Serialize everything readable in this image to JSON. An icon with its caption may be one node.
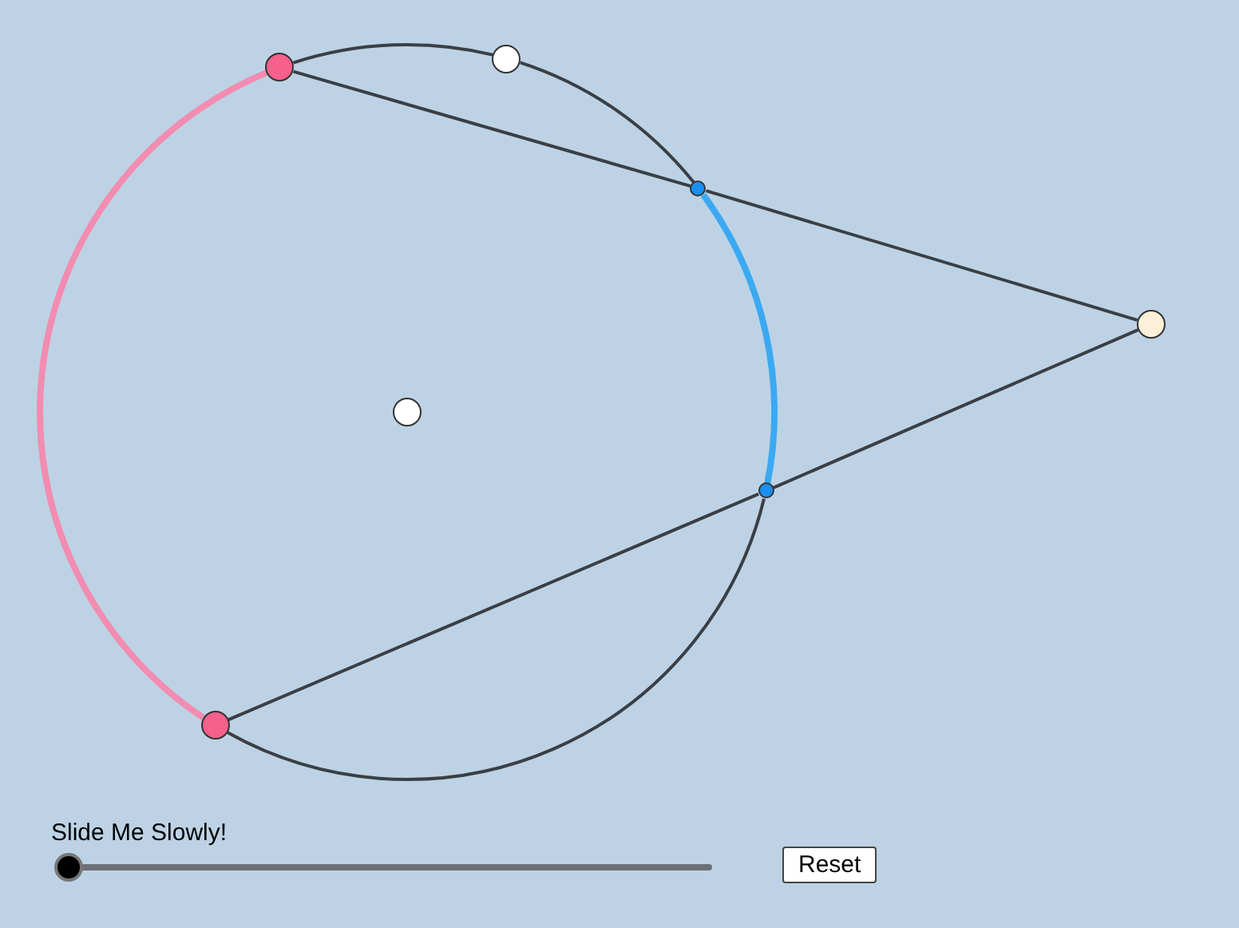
{
  "diagram": {
    "nodes": [
      {
        "text": [],
        "shape": "circle"
      },
      {
        "text": [],
        "shape": "circle"
      },
      {
        "text": [],
        "shape": "circle"
      },
      {
        "text": [],
        "shape": "circle"
      },
      {
        "text": [],
        "shape": "circle"
      },
      {
        "text": [],
        "shape": "circle"
      },
      {
        "text": [],
        "shape": "circle"
      }
    ],
    "edges": [
      {
        "from": 0,
        "to": 2,
        "arrow": "none"
      },
      {
        "from": 2,
        "to": 3,
        "arrow": "none"
      },
      {
        "from": 6,
        "to": 5,
        "arrow": "none"
      },
      {
        "from": 5,
        "to": 3,
        "arrow": "none"
      },
      {
        "from": 0,
        "to": 6,
        "arrow": "none",
        "style": "thick",
        "color": "#f28cb1"
      },
      {
        "from": 0,
        "to": 1,
        "arrow": "none"
      },
      {
        "from": 1,
        "to": 2,
        "arrow": "none"
      },
      {
        "from": 2,
        "to": 5,
        "arrow": "none",
        "style": "thick",
        "color": "#3ba9f2"
      },
      {
        "from": 5,
        "to": 6,
        "arrow": "none"
      }
    ],
    "labels": [
      "Slide Me Slowly!",
      "Reset"
    ]
  }
}
